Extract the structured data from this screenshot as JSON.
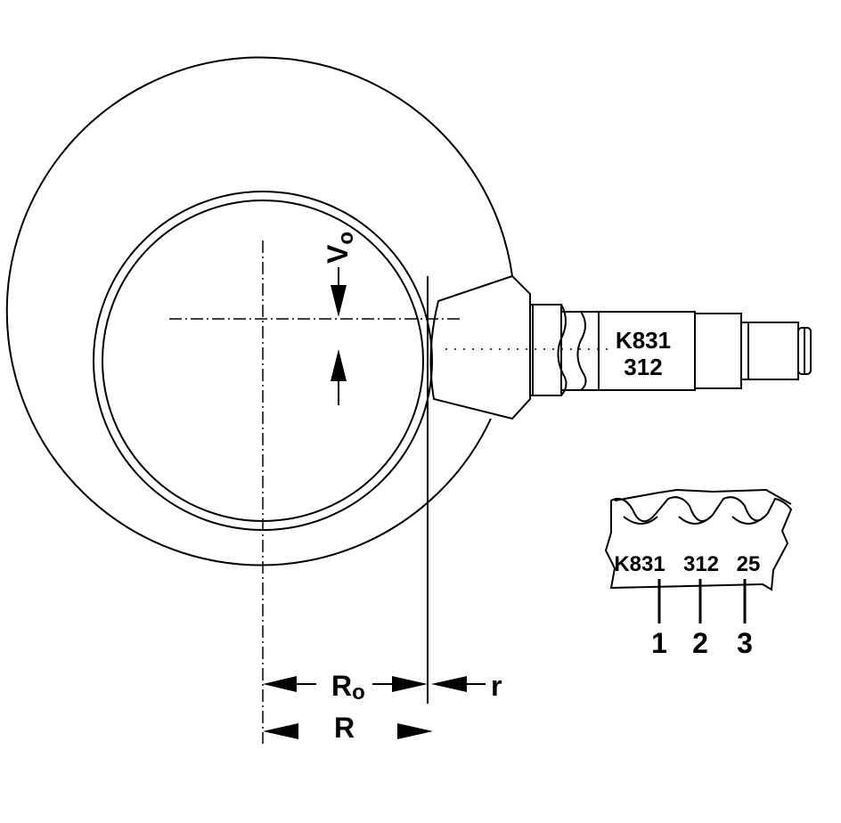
{
  "shaft": {
    "label_line1": "K831",
    "label_line2": "312"
  },
  "detail": {
    "code": "K831",
    "number": "312",
    "suffix": "25",
    "callouts": [
      "1",
      "2",
      "3"
    ]
  },
  "dimensions": {
    "offset_main": "V",
    "offset_sub": "o",
    "pitch_radius_main": "R",
    "pitch_radius_sub": "o",
    "radius": "R",
    "small_r": "r"
  }
}
